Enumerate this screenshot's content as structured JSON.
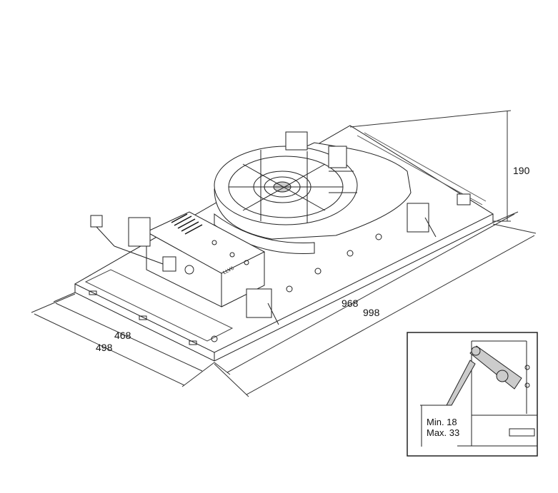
{
  "dimensions": {
    "height": "190",
    "inner_length": "968",
    "outer_length": "998",
    "inner_width": "468",
    "outer_width": "498"
  },
  "inset": {
    "min_label": "Min. 18",
    "max_label": "Max. 33"
  },
  "device_label": "LLV6"
}
